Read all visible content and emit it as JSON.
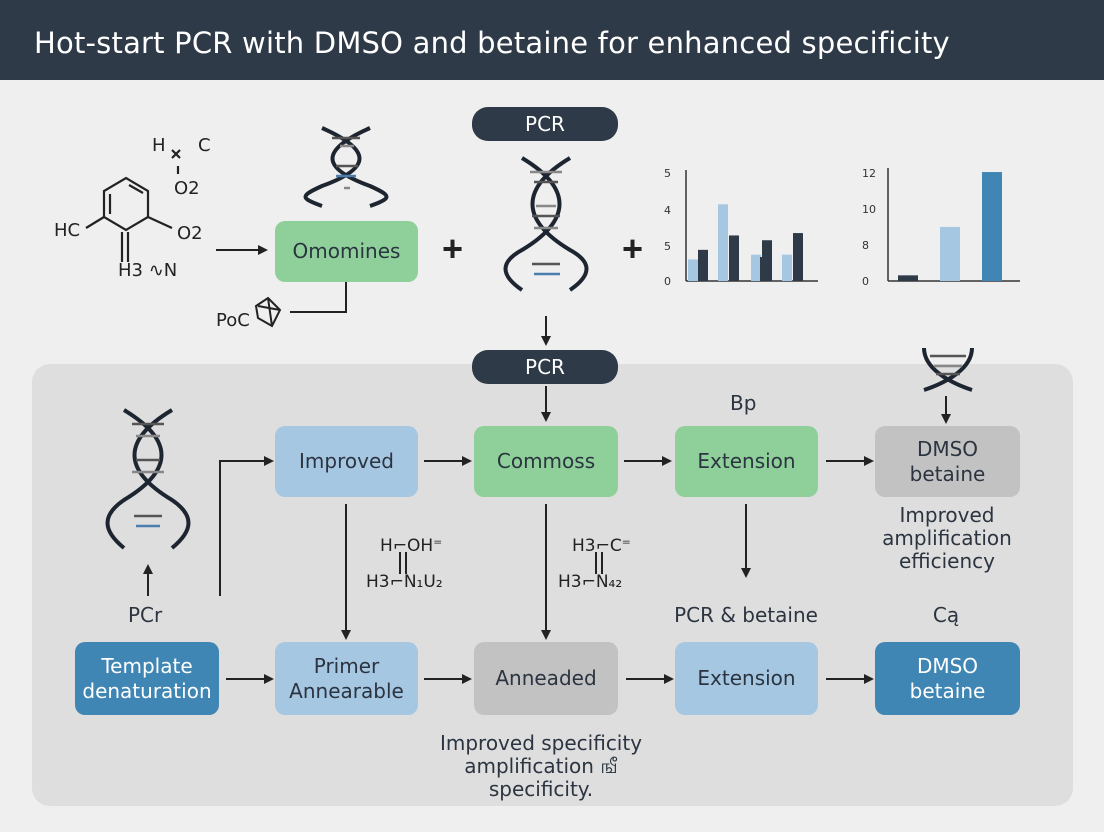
{
  "title": "Hot-start PCR with DMSO and betaine for enhanced specificity",
  "top": {
    "pill_label": "PCR",
    "green_box": "Omomines",
    "chem_h": "H",
    "chem_c": "C",
    "chem_o2a": "O2",
    "chem_hc": "HC",
    "chem_o2b": "O2",
    "chem_h3n": "H3 ∿N",
    "chem_poc": "PoC"
  },
  "panel": {
    "pill_label": "PCR",
    "bp_label": "Bp",
    "pcr_label": "PCr",
    "row1": {
      "b1": "Improved",
      "b2": "Commoss",
      "b3": "Extension",
      "b4_line1": "DMSO",
      "b4_line2": "betaine"
    },
    "row2": {
      "b1_line1": "Template",
      "b1_line2": "denaturation",
      "b2_line1": "Primer",
      "b2_line2": "Annearable",
      "b3": "Anneaded",
      "b4": "Extension",
      "b5_line1": "DMSO",
      "b5_line2": "betaine"
    },
    "efficiency_l1": "Improved",
    "efficiency_l2": "amplification",
    "efficiency_l3": "efficiency",
    "pcr_betaine": "PCR & betaine",
    "cq_label": "Cą",
    "specificity_l1": "Improved specificity",
    "specificity_l2": "amplification ஙீ",
    "specificity_l3": "specificity.",
    "chem1_oh": "H⌐OH⁼",
    "chem1_n": "H3⌐N₁U₂",
    "chem2_c": "H3⌐C⁼",
    "chem2_n": "H3⌐N₄₂"
  },
  "chart_data": [
    {
      "type": "bar",
      "ytick_labels": [
        "0",
        "5",
        "4",
        "5"
      ],
      "series": [
        {
          "color": "#a6c7e2",
          "values": [
            0.9,
            3.2,
            null,
            1.1,
            1.1
          ]
        },
        {
          "color": "#2f3a48",
          "values": [
            1.3,
            1.9,
            1.0,
            1.7,
            2.0
          ]
        }
      ],
      "ylim": [
        0,
        5
      ]
    },
    {
      "type": "bar",
      "ytick_labels": [
        "0",
        "8",
        "10",
        "12"
      ],
      "values": [
        0.7,
        6.7,
        13.5
      ],
      "colors": [
        "#2f3a48",
        "#a6c7e2",
        "#3f86b5"
      ],
      "ylim": [
        0,
        14
      ]
    }
  ],
  "colors": {
    "header": "#2f3a48",
    "green": "#8ecf9a",
    "light_blue": "#a6c7e2",
    "grey": "#c2c2c2",
    "dark_blue": "#3f86b5"
  }
}
